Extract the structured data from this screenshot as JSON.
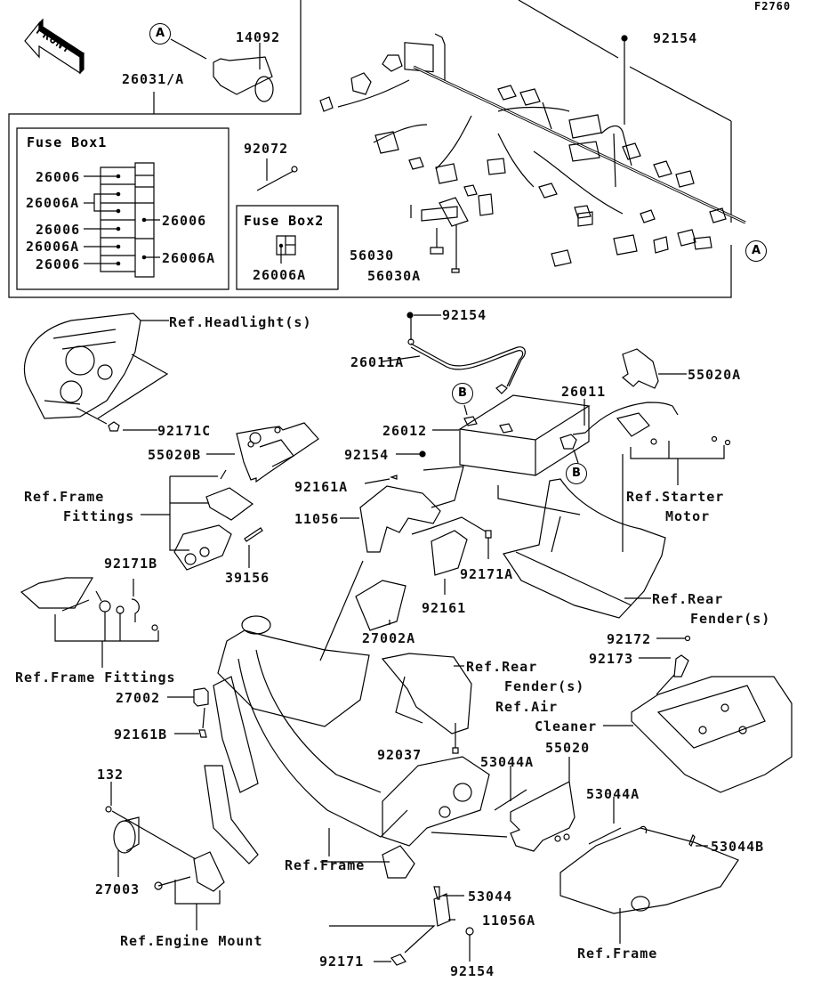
{
  "figure_id": "F2760",
  "front_marker": "FRONT",
  "circle_refs": {
    "a": "A",
    "b": "B"
  },
  "fuse_box1": {
    "title": "Fuse Box1",
    "left_labels": [
      "26006",
      "26006A",
      "26006",
      "26006A",
      "26006"
    ],
    "right_labels": [
      "26006",
      "26006A"
    ]
  },
  "fuse_box2": {
    "title": "Fuse Box2",
    "label": "26006A"
  },
  "labels": {
    "p14092": "14092",
    "p26031A": "26031/A",
    "p92072": "92072",
    "p92154_top": "92154",
    "p56030": "56030",
    "p56030A": "56030A",
    "ref_headlight": "Ref.Headlight(s)",
    "p92154_mid": "92154",
    "p26011A": "26011A",
    "p55020A": "55020A",
    "p26011": "26011",
    "p26012": "26012",
    "p92171C": "92171C",
    "p55020B": "55020B",
    "p92154_b": "92154",
    "p92161A": "92161A",
    "ref_frame_fittings_1": "Ref.Frame",
    "ref_frame_fittings_2": "Fittings",
    "p11056": "11056",
    "ref_starter_1": "Ref.Starter",
    "ref_starter_2": "Motor",
    "p39156": "39156",
    "p92171A": "92171A",
    "p92171B": "92171B",
    "p92161": "92161",
    "ref_rear_fender_1a": "Ref.Rear",
    "ref_rear_fender_1b": "Fender(s)",
    "p27002A": "27002A",
    "p92172": "92172",
    "p92173": "92173",
    "ref_frame_fittings_b": "Ref.Frame Fittings",
    "ref_rear_fender_2a": "Ref.Rear",
    "ref_rear_fender_2b": "Fender(s)",
    "p27002": "27002",
    "ref_air_cleaner_1": "Ref.Air",
    "ref_air_cleaner_2": "Cleaner",
    "p55020": "55020",
    "p92161B": "92161B",
    "p92037": "92037",
    "p53044A_1": "53044A",
    "p132": "132",
    "p53044A_2": "53044A",
    "ref_frame_1": "Ref.Frame",
    "p53044B": "53044B",
    "p27003": "27003",
    "p53044": "53044",
    "p11056A": "11056A",
    "ref_engine_mount": "Ref.Engine Mount",
    "p92171": "92171",
    "p92154_bot": "92154",
    "ref_frame_2": "Ref.Frame"
  }
}
